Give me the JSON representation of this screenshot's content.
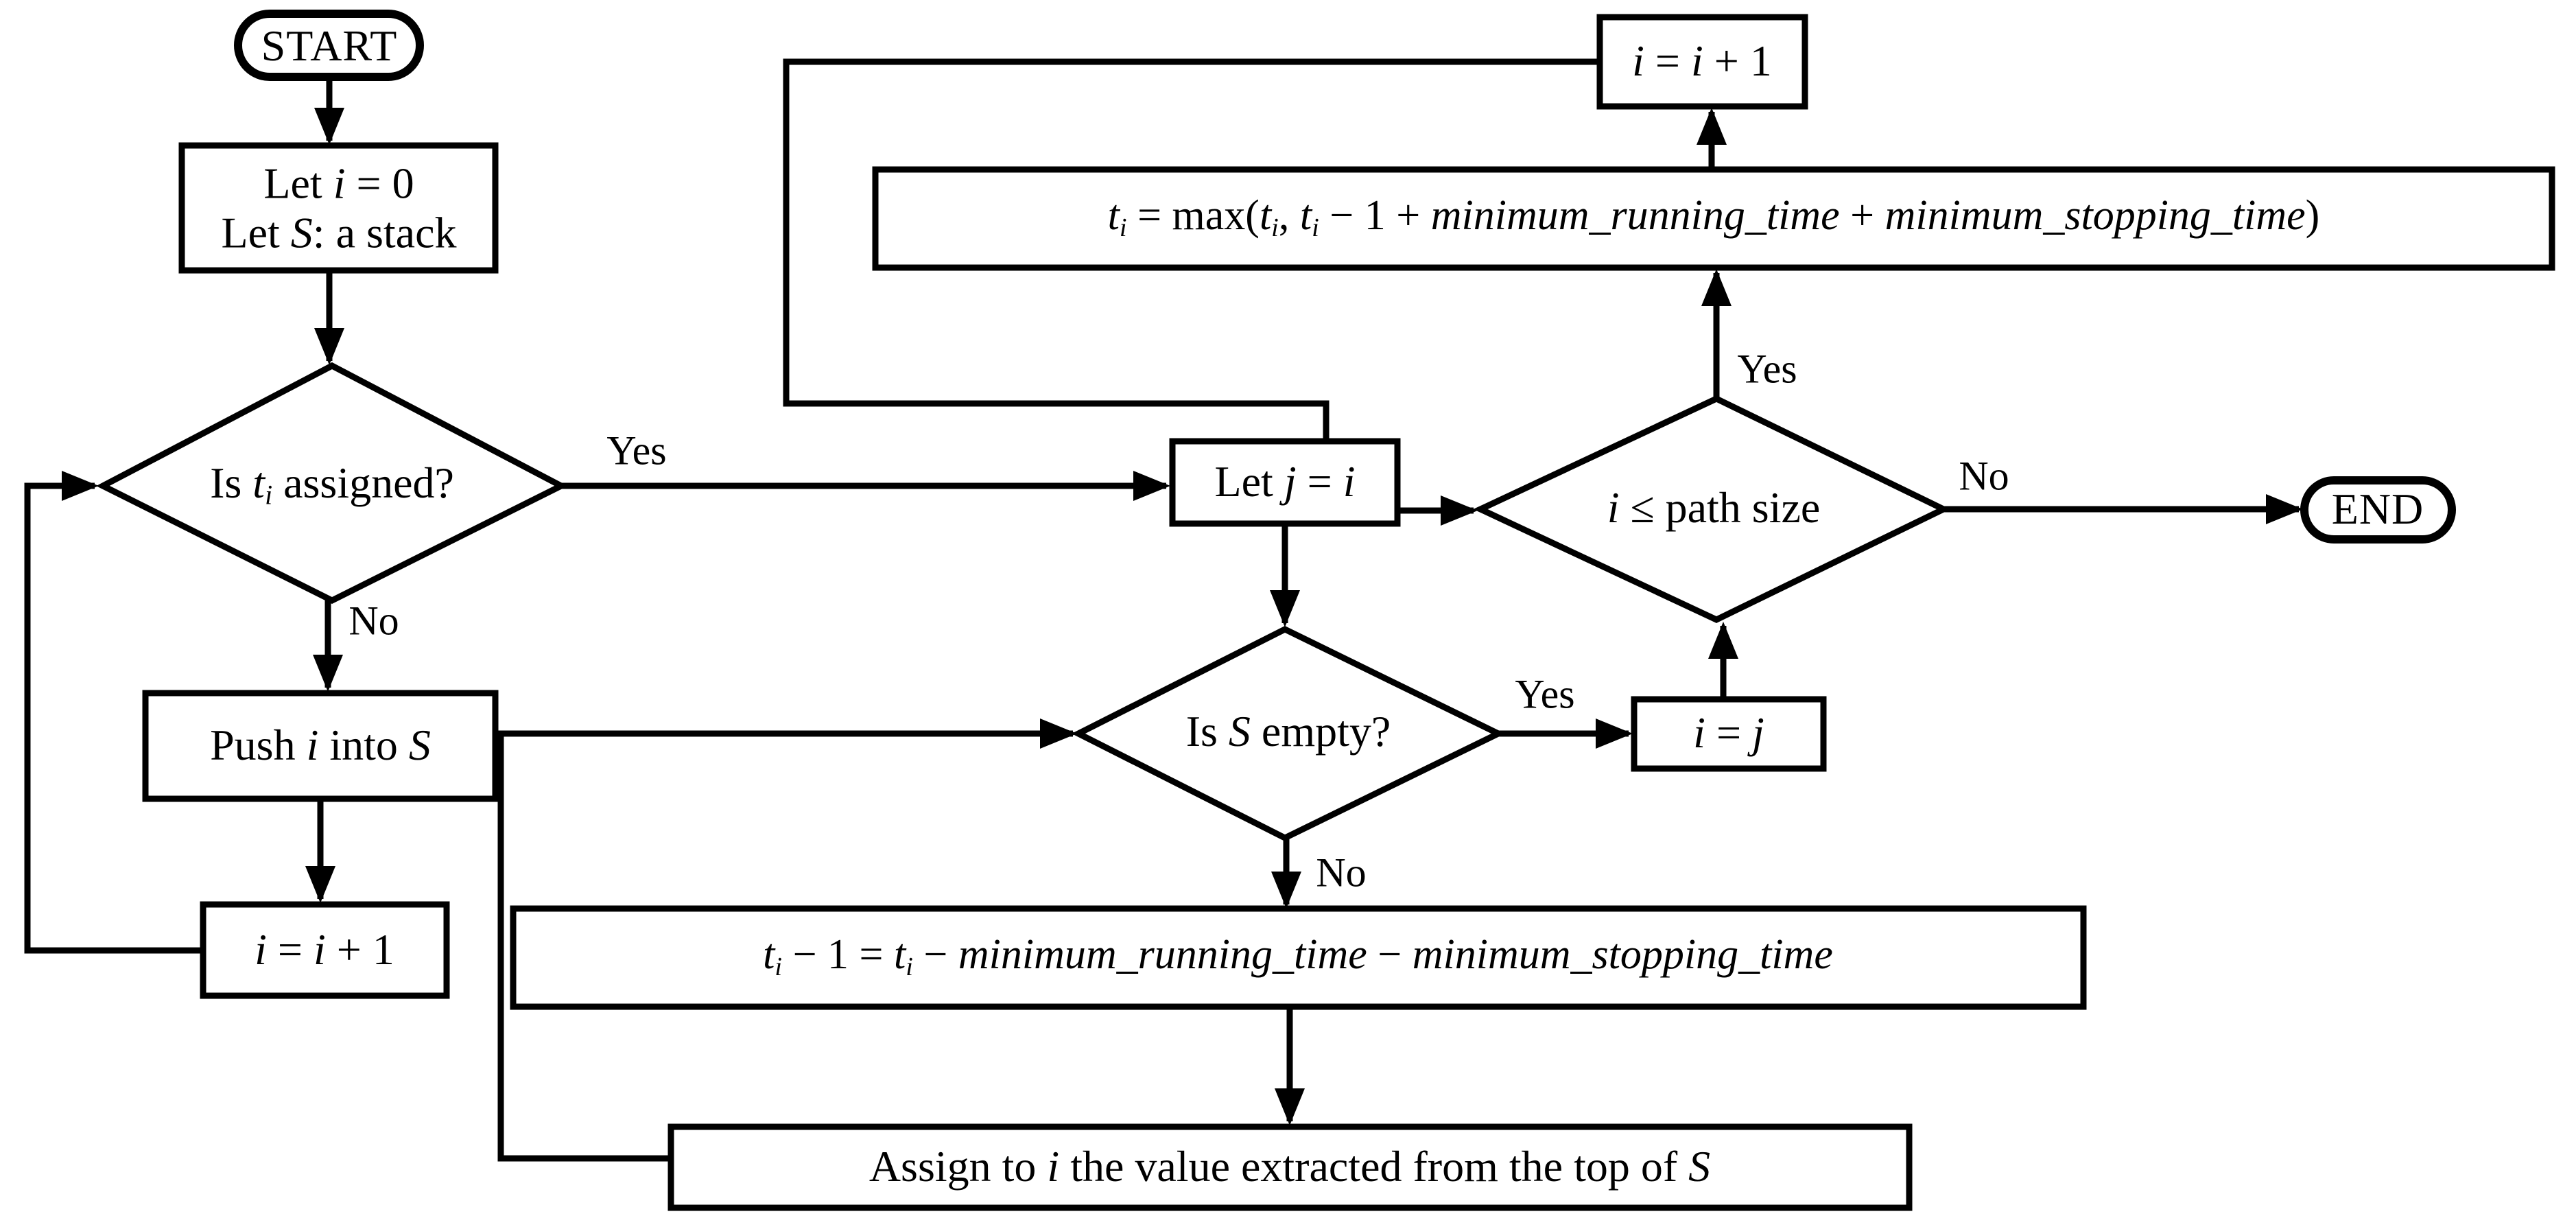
{
  "figure": {
    "type": "flowchart",
    "colors": {
      "stroke": "#000000",
      "background": "#ffffff",
      "text": "#000000"
    }
  },
  "nodes": {
    "start": {
      "label": "START"
    },
    "end": {
      "label": "END"
    },
    "init": {
      "line1": [
        [
          "Let ",
          "r"
        ],
        [
          "i",
          "i"
        ],
        [
          " = 0",
          "r"
        ]
      ],
      "line2": [
        [
          "Let ",
          "r"
        ],
        [
          "S",
          "i"
        ],
        [
          ": a stack",
          "r"
        ]
      ]
    },
    "check_assigned": {
      "label": [
        [
          "Is ",
          "r"
        ],
        [
          "t",
          "i"
        ],
        [
          "i",
          "s"
        ],
        [
          " assigned?",
          "r"
        ]
      ]
    },
    "push": {
      "label": [
        [
          "Push ",
          "r"
        ],
        [
          "i",
          "i"
        ],
        [
          " into ",
          "r"
        ],
        [
          "S",
          "i"
        ]
      ]
    },
    "increment_left": {
      "label": [
        [
          "i",
          "i"
        ],
        [
          " = ",
          "r"
        ],
        [
          "i",
          "i"
        ],
        [
          " + 1",
          "r"
        ]
      ]
    },
    "let_j": {
      "label": [
        [
          "Let ",
          "r"
        ],
        [
          "j",
          "i"
        ],
        [
          " = ",
          "r"
        ],
        [
          "i",
          "i"
        ]
      ]
    },
    "check_empty": {
      "label": [
        [
          "Is ",
          "r"
        ],
        [
          "S",
          "i"
        ],
        [
          " empty?",
          "r"
        ]
      ]
    },
    "set_i_j": {
      "label": [
        [
          "i",
          "i"
        ],
        [
          " = ",
          "r"
        ],
        [
          "j",
          "i"
        ]
      ]
    },
    "check_path": {
      "label": [
        [
          "i",
          "i"
        ],
        [
          " ≤ path size",
          "r"
        ]
      ]
    },
    "formula_max": {
      "label": [
        [
          "t",
          "i"
        ],
        [
          "i",
          "s"
        ],
        [
          " = max(",
          "r"
        ],
        [
          "t",
          "i"
        ],
        [
          "i",
          "s"
        ],
        [
          ", ",
          "r"
        ],
        [
          "t",
          "i"
        ],
        [
          "i",
          "s"
        ],
        [
          " − 1 + ",
          "r"
        ],
        [
          "minimum_running_time",
          "i"
        ],
        [
          " + ",
          "r"
        ],
        [
          "minimum_stopping_time",
          "i"
        ],
        [
          ")",
          "r"
        ]
      ]
    },
    "formula_prev": {
      "label": [
        [
          "t",
          "i"
        ],
        [
          "i",
          "s"
        ],
        [
          " − 1 = ",
          "r"
        ],
        [
          "t",
          "i"
        ],
        [
          "i",
          "s"
        ],
        [
          " − ",
          "r"
        ],
        [
          "minimum_running_time",
          "i"
        ],
        [
          " − ",
          "r"
        ],
        [
          "minimum_stopping_time",
          "i"
        ]
      ]
    },
    "assign_top": {
      "label": [
        [
          "Assign to ",
          "r"
        ],
        [
          "i",
          "i"
        ],
        [
          " the value extracted from the top of ",
          "r"
        ],
        [
          "S",
          "i"
        ]
      ]
    },
    "increment_top": {
      "label": [
        [
          "i",
          "i"
        ],
        [
          " = ",
          "r"
        ],
        [
          "i",
          "i"
        ],
        [
          " + 1",
          "r"
        ]
      ]
    }
  },
  "edge_labels": {
    "assigned_yes": "Yes",
    "assigned_no": "No",
    "empty_yes": "Yes",
    "empty_no": "No",
    "path_yes": "Yes",
    "path_no": "No"
  }
}
